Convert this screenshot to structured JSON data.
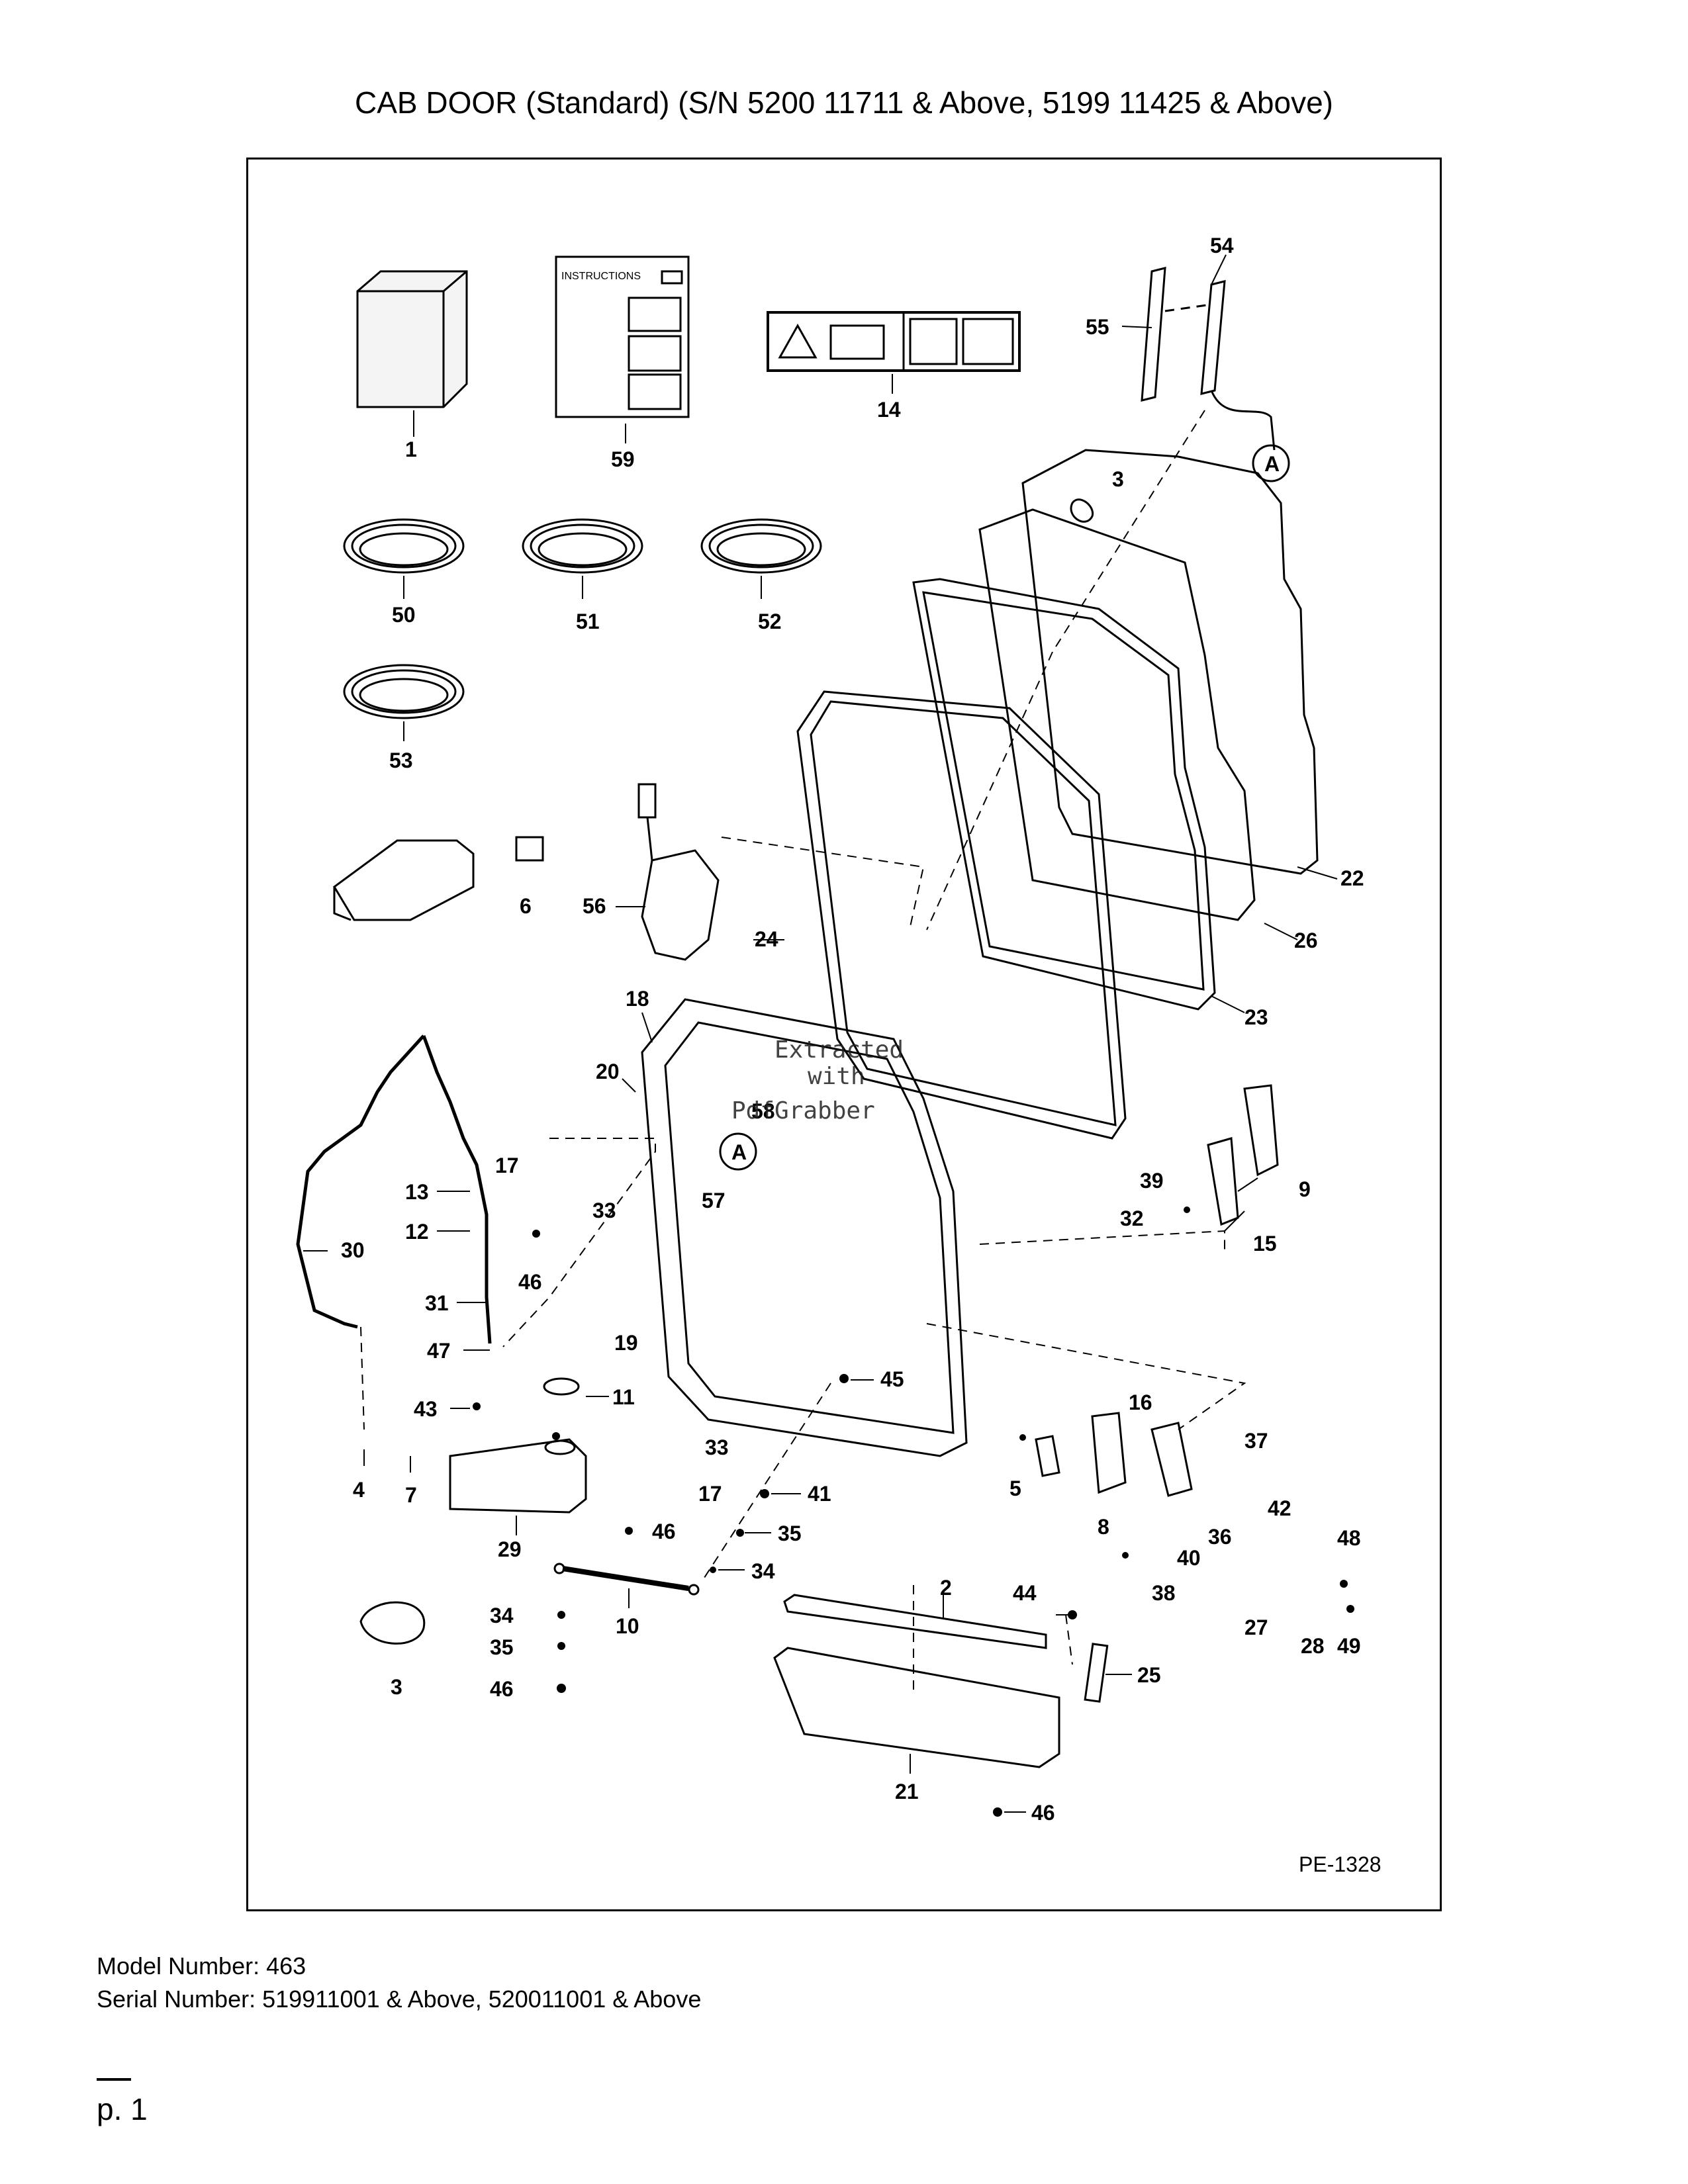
{
  "title": "CAB DOOR (Standard) (S/N 5200 11711 & Above, 5199 11425 & Above)",
  "figure_id": "PE-1328",
  "instructions_label": "INSTRUCTIONS",
  "watermark": {
    "line1": "Extracted",
    "line2": "with",
    "line3": "PdfGrabber"
  },
  "connector_marker": "A",
  "callouts": [
    "1",
    "59",
    "14",
    "54",
    "55",
    "3",
    "50",
    "51",
    "52",
    "53",
    "22",
    "26",
    "6",
    "56",
    "24",
    "23",
    "18",
    "20",
    "58",
    "57",
    "17",
    "33",
    "13",
    "12",
    "30",
    "31",
    "46",
    "47",
    "39",
    "32",
    "9",
    "15",
    "19",
    "11",
    "45",
    "43",
    "4",
    "7",
    "29",
    "41",
    "35",
    "34",
    "10",
    "3",
    "16",
    "5",
    "8",
    "37",
    "36",
    "42",
    "40",
    "38",
    "48",
    "27",
    "28",
    "49",
    "2",
    "44",
    "25",
    "21",
    "46",
    "34",
    "35",
    "46",
    "17",
    "33",
    "46"
  ],
  "footer": {
    "model": "Model Number: 463",
    "serial": "Serial Number: 519911001 & Above, 520011001 & Above"
  },
  "page_number": "p. 1"
}
